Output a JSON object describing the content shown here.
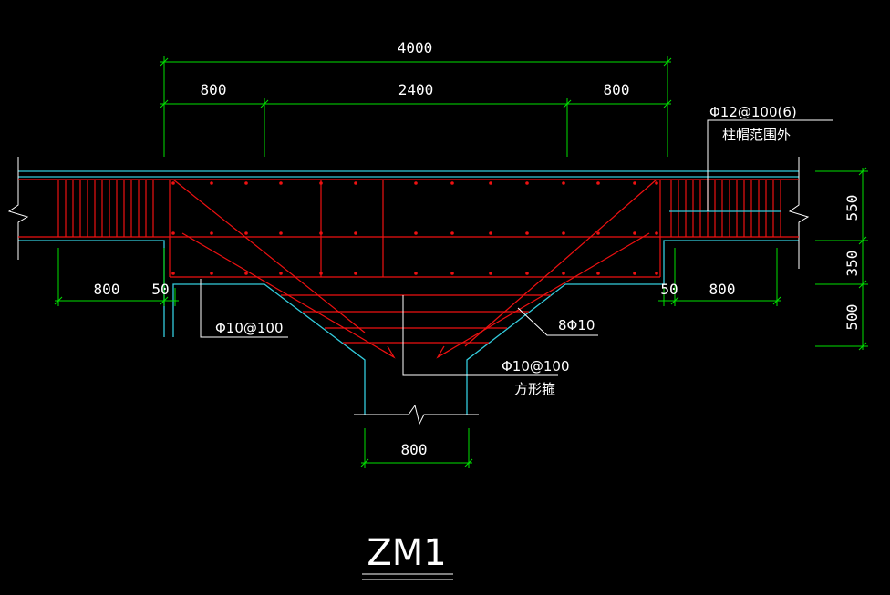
{
  "dimensions": {
    "total_width": "4000",
    "left_segment": "800",
    "middle_segment": "2400",
    "right_segment": "800",
    "bottom_left_800": "800",
    "bottom_left_50": "50",
    "bottom_right_50": "50",
    "bottom_right_800": "800",
    "column_width": "800",
    "right_550": "550",
    "right_350": "350",
    "right_500": "500"
  },
  "labels": {
    "top_rebar": "Φ12@100(6)",
    "top_rebar_note": "柱帽范围外",
    "left_rebar": "Φ10@100",
    "diagonal_rebar": "8Φ10",
    "stirrup": "Φ10@100",
    "stirrup_note": "方形箍"
  },
  "title": "ZM1",
  "colors": {
    "background": "#000000",
    "dimension": "#00e000",
    "concrete_outline": "#33ccdd",
    "rebar": "#ee1111",
    "text": "#ffffff"
  }
}
